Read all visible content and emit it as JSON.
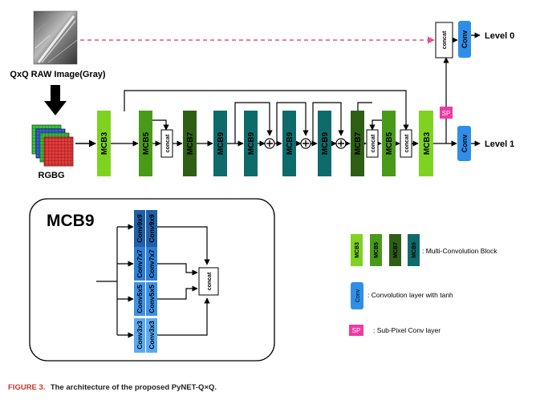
{
  "input": {
    "raw_label": "QxQ RAW Image(Gray)",
    "rgbg_label": "RGBG"
  },
  "main_blocks": [
    "MCB3",
    "MCB5",
    "MCB7",
    "MCB9",
    "MCB9",
    "MCB9",
    "MCB9",
    "MCB7",
    "MCB5",
    "MCB3"
  ],
  "concat_label": "concat",
  "conv_label": "Conv",
  "sp_label": "SP",
  "outputs": {
    "level0": "Level 0",
    "level1": "Level 1"
  },
  "mcb9_detail": {
    "title": "MCB9",
    "conv_pairs": [
      [
        "Conv9x9",
        "Conv9x9"
      ],
      [
        "Conv7x7",
        "Conv7x7"
      ],
      [
        "Conv5x5",
        "Conv5x5"
      ],
      [
        "Conv3x3",
        "Conv3x3"
      ]
    ]
  },
  "legend": {
    "mcb_blocks": [
      "MCB3",
      "MCB5",
      "MCB7",
      "MCB9"
    ],
    "mcb_text": ": Multi-Convolution Block",
    "conv_text": ": Convolution layer with tanh",
    "sp_text": ": Sub-Pixel Conv layer"
  },
  "caption": {
    "figure": "FIGURE 3.",
    "text": "The architecture of the proposed PyNET-Q×Q."
  },
  "colors": {
    "mcb3": "#7ed321",
    "mcb5": "#4a9a1a",
    "mcb7": "#2e5f14",
    "mcb9": "#0e6b6b",
    "conv": "#2f8fe8",
    "sp": "#ef3aa3",
    "dashed_arrow": "#e8508f"
  }
}
